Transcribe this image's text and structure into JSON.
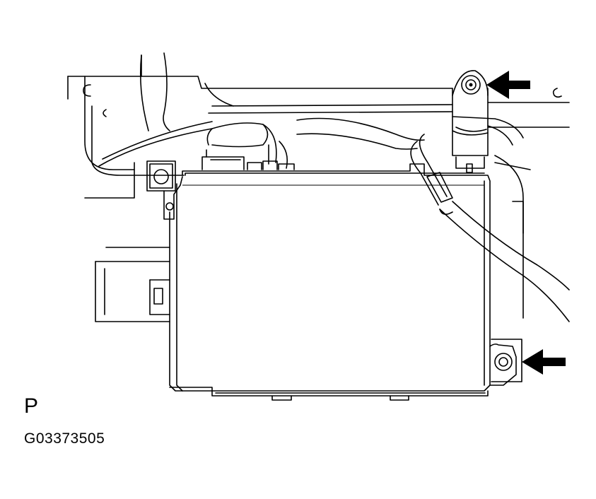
{
  "panel_letter": "P",
  "figure_code": "G03373505",
  "colors": {
    "line": "#000000",
    "background": "#ffffff"
  },
  "callouts": [
    {
      "name": "upper-bolt-arrow",
      "direction": "left"
    },
    {
      "name": "lower-bolt-arrow",
      "direction": "left"
    }
  ]
}
